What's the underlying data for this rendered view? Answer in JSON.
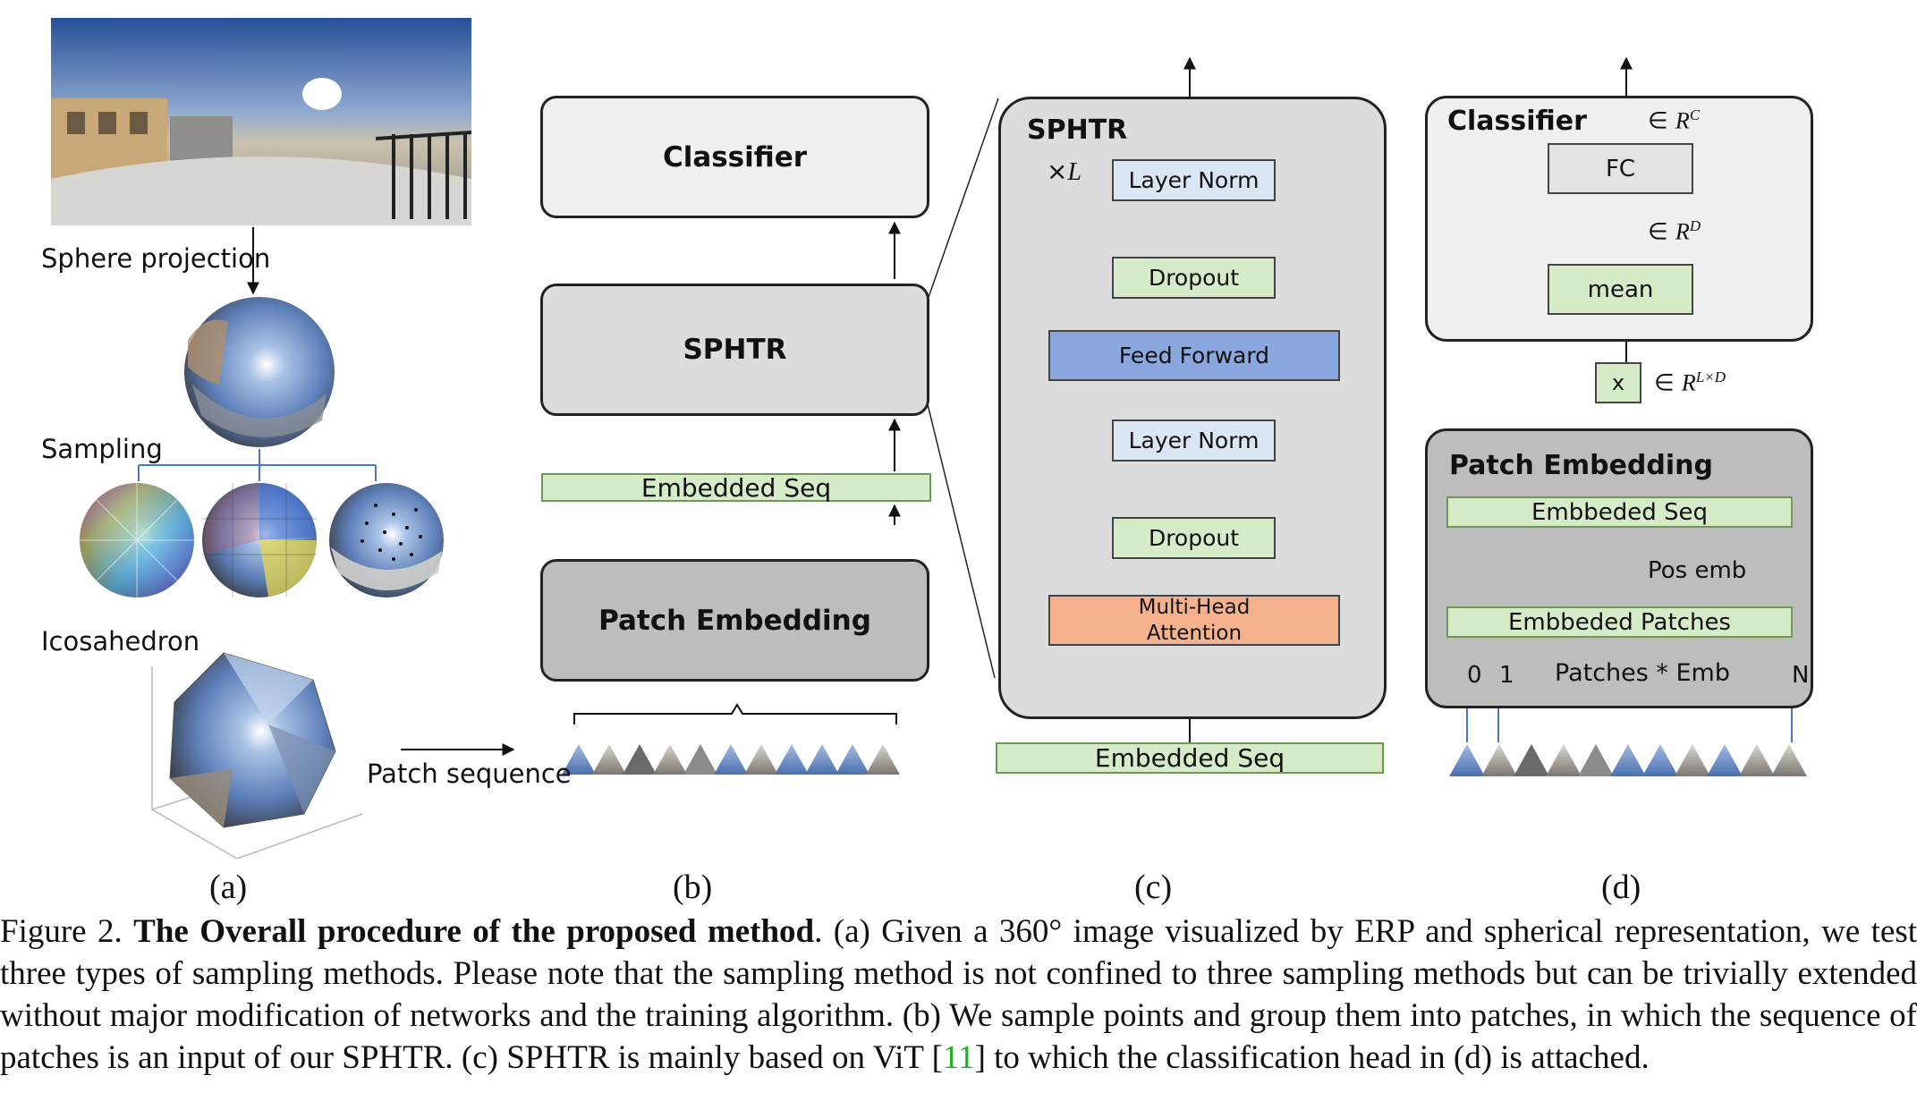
{
  "panel_a": {
    "sphere_projection": "Sphere projection",
    "sampling": "Sampling",
    "icosahedron": "Icosahedron",
    "patch_sequence": "Patch sequence",
    "sublabel": "(a)"
  },
  "panel_b": {
    "classifier": "Classifier",
    "sphtr": "SPHTR",
    "embedded_seq": "Embedded Seq",
    "patch_embedding": "Patch Embedding",
    "sublabel": "(b)"
  },
  "panel_c": {
    "title": "SPHTR",
    "times_prefix": "×",
    "times_var": "L",
    "layer_norm_top": "Layer Norm",
    "dropout_top": "Dropout",
    "feed_forward": "Feed Forward",
    "layer_norm_bottom": "Layer Norm",
    "dropout_bottom": "Dropout",
    "mha_line1": "Multi-Head",
    "mha_line2": "Attention",
    "embedded_seq": "Embedded Seq",
    "sublabel": "(c)"
  },
  "panel_d": {
    "classifier_title": "Classifier",
    "fc": "FC",
    "mean": "mean",
    "x": "x",
    "rc_prefix": "∈ ",
    "rc_var": "R",
    "rc_sup": "C",
    "rd_var": "R",
    "rd_sup": "D",
    "rld_var": "R",
    "rld_sup": "L×D",
    "patch_embedding_title": "Patch Embedding",
    "embbeded_seq": "Embbeded Seq",
    "pos_emb": "Pos emb",
    "embbeded_patches": "Embbeded Patches",
    "patches_emb": "Patches * Emb",
    "idx0": "0",
    "idx1": "1",
    "idxN": "N",
    "sublabel": "(d)"
  },
  "caption": {
    "fig_label": "Figure 2.",
    "title": "The Overall procedure of the proposed method",
    "text1": ". (a) Given a 360° image visualized by ERP and spherical representation, we test three types of sampling methods. Please note that the sampling method is not confined to three sampling methods but can be trivially extended without major modification of networks and the training algorithm. (b) We sample points and group them into patches, in which the sequence of patches is an input of our SPHTR. (c) SPHTR is mainly based on ViT [",
    "cite": "11",
    "text2": "] to which the classification head in (d) is attached."
  },
  "colors": {
    "green_box": "#d6ecc9",
    "blue_box": "#dbe6f5",
    "ff_blue": "#8aa7de",
    "mha_orange": "#f6b28c",
    "gray_dark": "#c8c8c8",
    "gray_mid": "#dcdcdc",
    "gray_light": "#f0f0f0"
  }
}
